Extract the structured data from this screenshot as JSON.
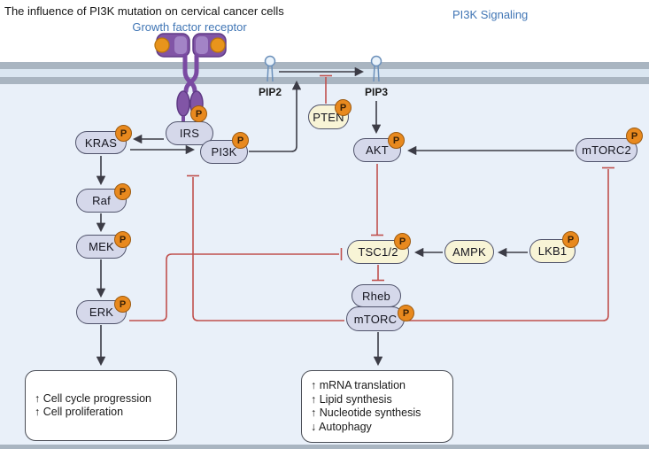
{
  "title": "The influence of PI3K mutation on cervical cancer cells",
  "pathway_label": "PI3K Signaling",
  "receptor_label": "Growth factor receptor",
  "phospho": "P",
  "membrane": {
    "pip2": "PIP2",
    "pip3": "PIP3"
  },
  "nodes": {
    "kras": {
      "label": "KRAS"
    },
    "irs": {
      "label": "IRS"
    },
    "pi3k": {
      "label": "PI3K"
    },
    "raf": {
      "label": "Raf"
    },
    "mek": {
      "label": "MEK"
    },
    "erk": {
      "label": "ERK"
    },
    "pten": {
      "label": "PTEN"
    },
    "akt": {
      "label": "AKT"
    },
    "mtorc2": {
      "label": "mTORC2"
    },
    "tsc12": {
      "label": "TSC1/2"
    },
    "ampk": {
      "label": "AMPK"
    },
    "lkb1": {
      "label": "LKB1"
    },
    "rheb": {
      "label": "Rheb"
    },
    "mtorc": {
      "label": "mTORC"
    }
  },
  "outputs": {
    "left": {
      "lines": [
        "↑ Cell cycle progression",
        "↑ Cell proliferation"
      ]
    },
    "right": {
      "lines": [
        "↑ mRNA translation",
        "↑ Lipid synthesis",
        "↑ Nucleotide synthesis",
        "↓ Autophagy"
      ]
    }
  },
  "colors": {
    "red": "#c0504d",
    "arrow": "#3c3c46",
    "blue": "#4176b5",
    "lav": "#d5d8ea",
    "yellow": "#f8f4d6",
    "nborder": "#50536b",
    "orange": "#e8891e",
    "band": "#a9b5c1",
    "gap": "#dae6f1",
    "cyto": "#e9f0f9",
    "receptor_purple": "#8155a6",
    "ligand_orange": "#e8941c"
  }
}
